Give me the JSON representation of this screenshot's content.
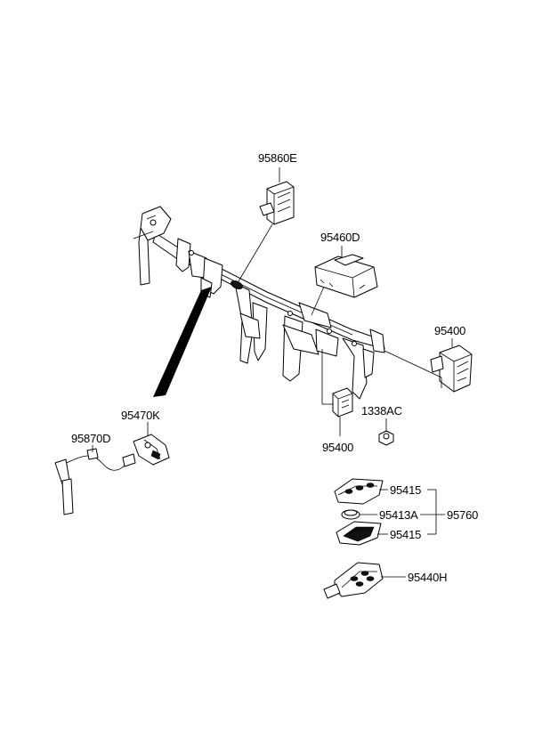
{
  "diagram": {
    "labels": {
      "p95860E": "95860E",
      "p95460D": "95460D",
      "p95400_a": "95400",
      "p1338AC": "1338AC",
      "p95400_b": "95400",
      "p95470K": "95470K",
      "p95870D": "95870D",
      "p95415_a": "95415",
      "p95413A": "95413A",
      "p95415_b": "95415",
      "p95760": "95760",
      "p95440H": "95440H"
    }
  }
}
